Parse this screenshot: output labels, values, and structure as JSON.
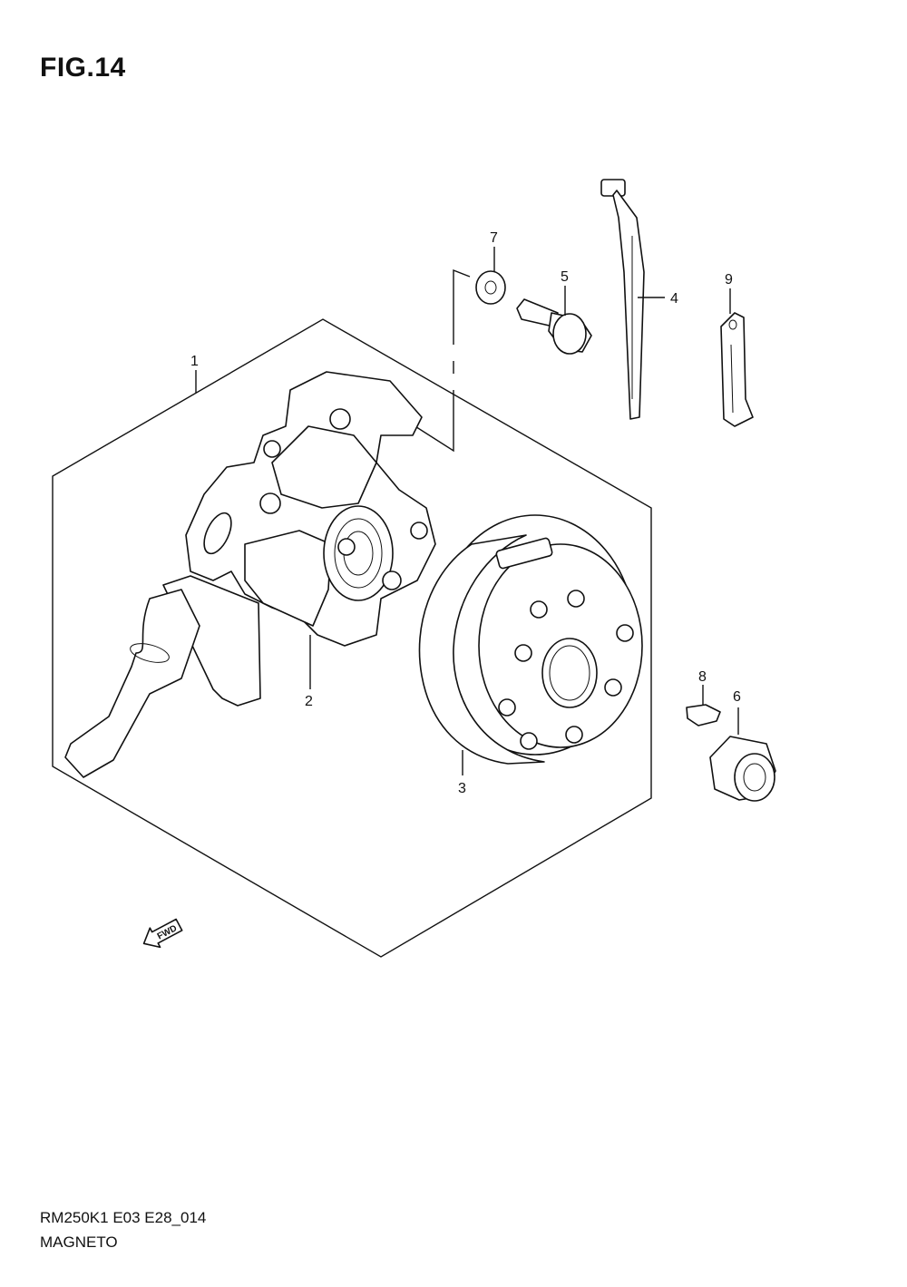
{
  "figure": {
    "title": "FIG.14"
  },
  "callouts": [
    "1",
    "2",
    "3",
    "4",
    "5",
    "6",
    "7",
    "8",
    "9"
  ],
  "direction_marker": "FWD",
  "footer": {
    "code": "RM250K1 E03 E28_014",
    "name": "MAGNETO"
  }
}
